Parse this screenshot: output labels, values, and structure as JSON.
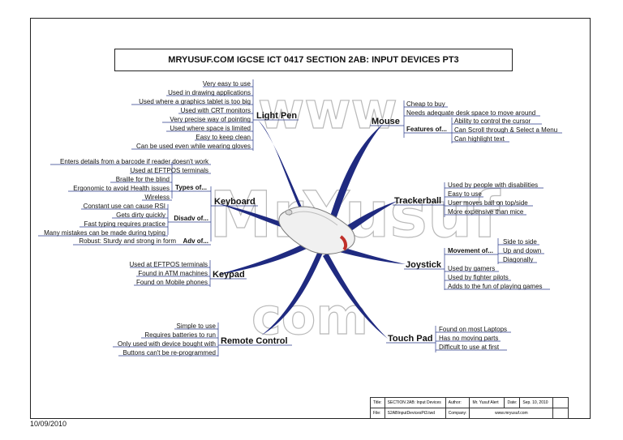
{
  "title": "MRYUSUF.COM IGCSE ICT 0417 SECTION 2AB: INPUT DEVICES PT3",
  "watermark": {
    "top": "www",
    "middle": "MrYusuf",
    "bottom": "com"
  },
  "branches": {
    "light_pen": {
      "label": "Light Pen",
      "items": [
        "Very easy to use",
        "Used in drawing applications",
        "Used  where a graphics tablet is too big",
        "Used with CRT monitors",
        "Very precise way of pointing",
        "Used where space is limited",
        "Easy to keep clean",
        "Can be used even while wearing gloves"
      ]
    },
    "keyboard": {
      "label": "Keyboard",
      "types_label": "Types of...",
      "types": [
        "Enters details from a barcode if reader doesn't work",
        "Used at EFTPOS terminals",
        "Braille for the blind",
        "Ergonomic to avoid Health issues",
        "Wireless"
      ],
      "disadv_label": "Disadv of...",
      "disadv": [
        "Constant use can cause RSI",
        "Gets dirty quickly",
        "Fast typing requires practice",
        "Many mistakes can be made during typing"
      ],
      "adv_label": "Adv of...",
      "adv": [
        "Robust: Sturdy and strong in form"
      ]
    },
    "keypad": {
      "label": "Keypad",
      "items": [
        "Used at EFTPOS terminals",
        "Found in ATM machines",
        "Found on Mobile phones"
      ]
    },
    "remote": {
      "label": "Remote Control",
      "items": [
        "Simple to use",
        "Requires batteries to run",
        "Only used with device bought with",
        "Buttons can't be re-programmed"
      ]
    },
    "mouse": {
      "label": "Mouse",
      "items": [
        "Cheap to buy",
        "Needs adequate desk space to move around"
      ],
      "features_label": "Features of...",
      "features": [
        "Ability to control the cursor",
        "Can Scroll through & Select a Menu",
        "Can highlight text"
      ]
    },
    "trackerball": {
      "label": "Trackerball",
      "items": [
        "Used by people with disabilities",
        "Easy to use",
        "User moves ball on top/side",
        "More expensive than mice"
      ]
    },
    "joystick": {
      "label": "Joystick",
      "movement_label": "Movement of...",
      "movement": [
        "Side to side",
        "Up and down",
        "Diagonally"
      ],
      "items": [
        "Used by gamers",
        "Used by fighter pilots",
        "Adds to the fun of playing games"
      ]
    },
    "touchpad": {
      "label": "Touch Pad",
      "items": [
        "Found on most Laptops",
        "Has no moving parts",
        "Difficult to use at first"
      ]
    }
  },
  "info": {
    "title_label": "Title:",
    "title_value": "SECTION 2AB: Input Devices",
    "author_label": "Author:",
    "author_value": "Mr. Yusuf Alert",
    "date_label": "Date:",
    "date_value": "Sep. 10, 2010",
    "file_label": "File:",
    "file_value": "S2ABInputDevicesPt3.twd",
    "company_label": "Company:",
    "company_value": "www.mryusuf.com"
  },
  "footer_date": "10/09/2010",
  "colors": {
    "branch": "#1f2a80",
    "underline": "#2a3a8a",
    "mouse_button": "#c0302a"
  }
}
